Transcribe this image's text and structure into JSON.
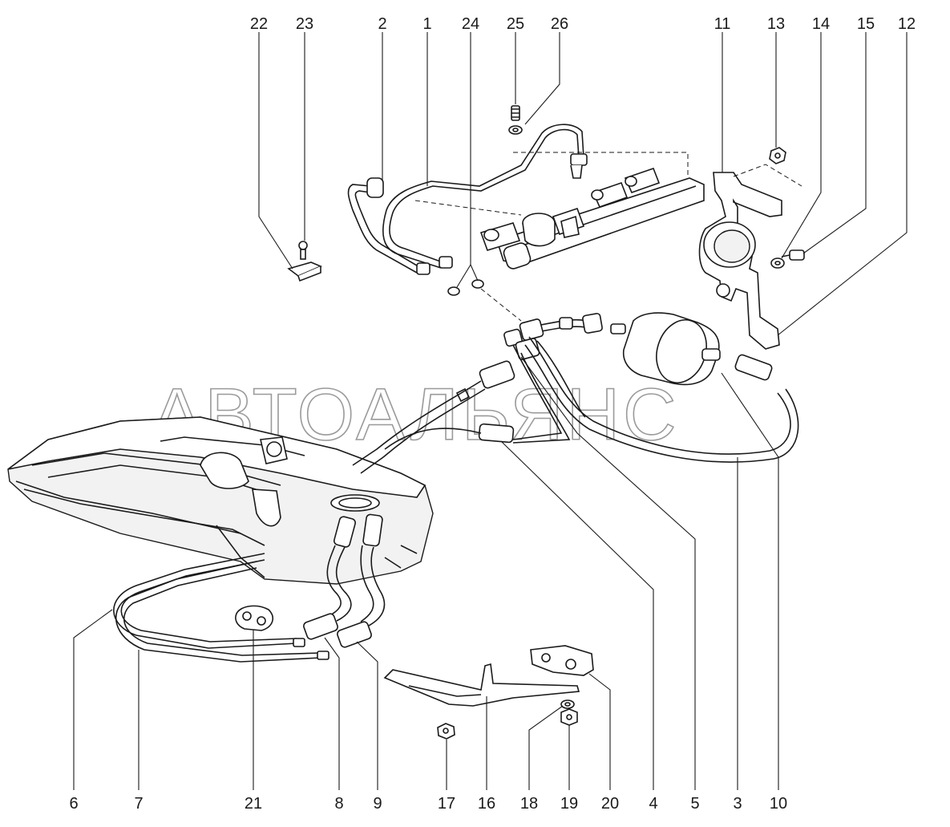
{
  "watermark": "АВТОАЛЬЯНС",
  "callouts_top": [
    "22",
    "23",
    "2",
    "1",
    "24",
    "25",
    "26",
    "11",
    "13",
    "14",
    "15",
    "12"
  ],
  "callouts_bottom": [
    "6",
    "7",
    "21",
    "8",
    "9",
    "17",
    "16",
    "18",
    "19",
    "20",
    "4",
    "5",
    "3",
    "10"
  ],
  "colors": {
    "line": "#1a1a1a",
    "watermark": "#9a9a9a",
    "background": "#ffffff"
  }
}
